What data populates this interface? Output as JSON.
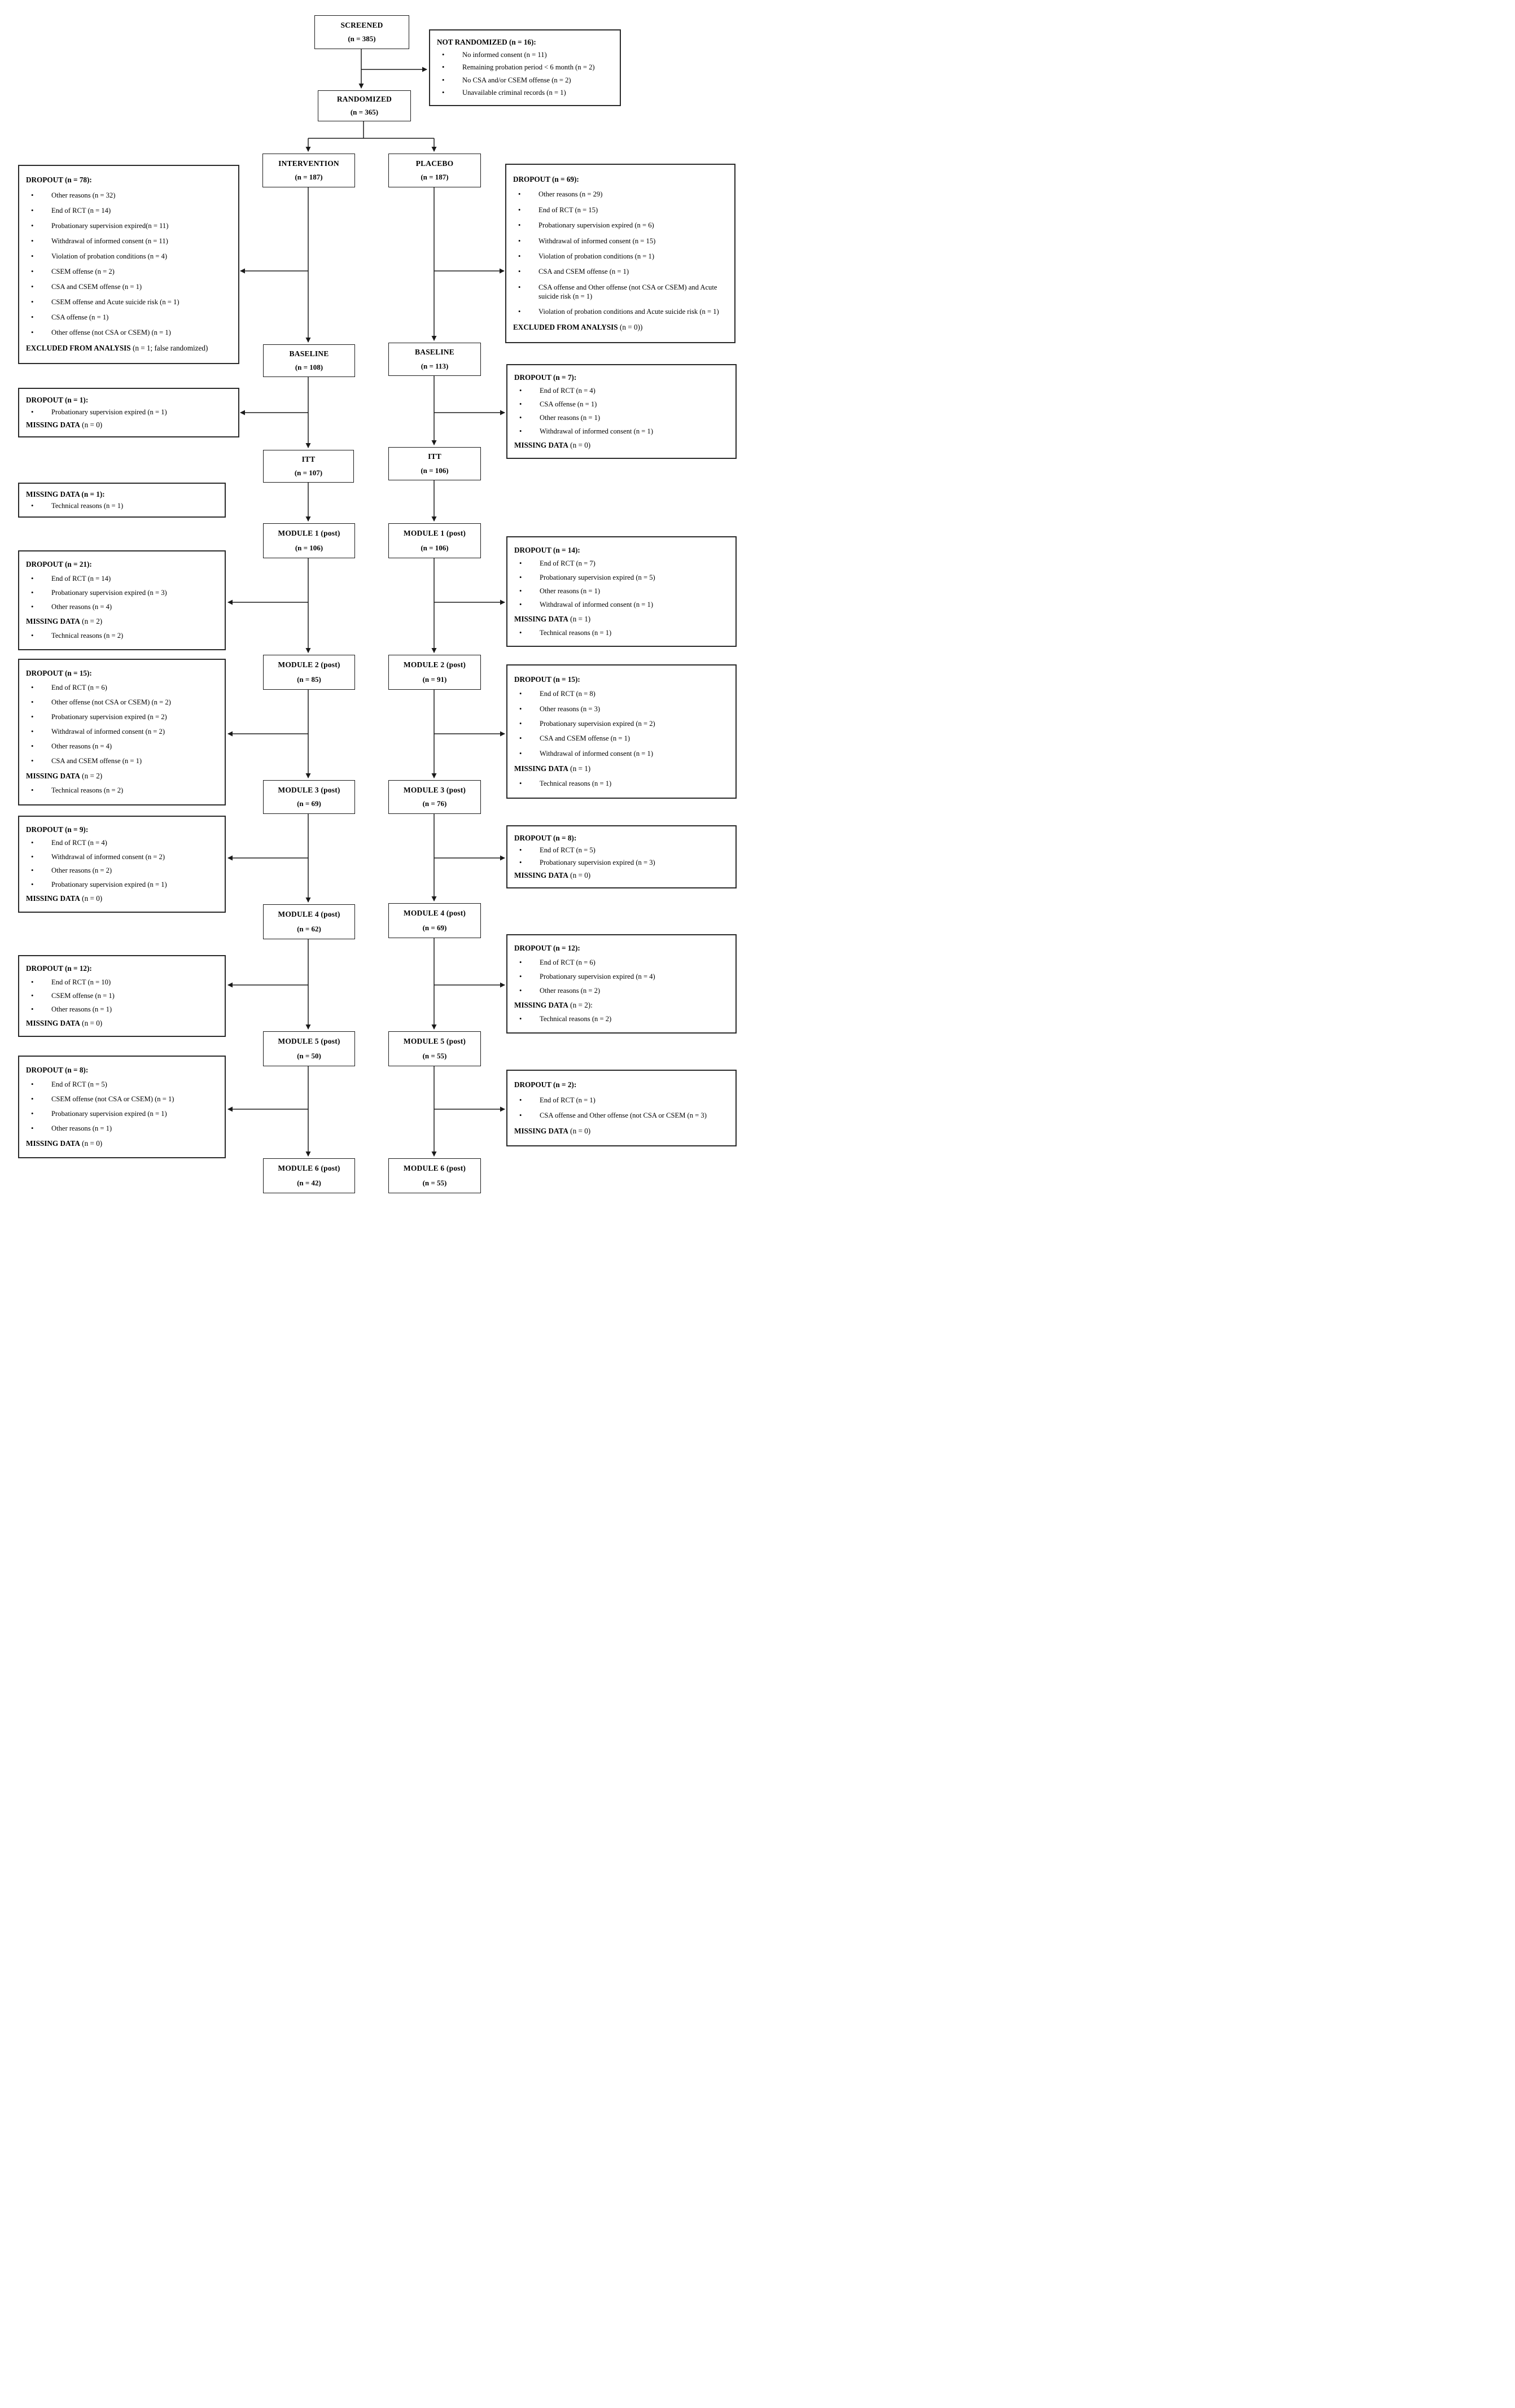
{
  "colors": {
    "line": "#1a1a1a",
    "box_border": "#2a2a2a",
    "background": "#ffffff"
  },
  "nodes": {
    "screened": {
      "title": "SCREENED",
      "count": "(n = 385)"
    },
    "randomized": {
      "title": "RANDOMIZED",
      "count": "(n = 365)"
    },
    "intervention": {
      "title": "INTERVENTION",
      "count": "(n = 187)"
    },
    "placebo": {
      "title": "PLACEBO",
      "count": "(n = 187)"
    },
    "baseline_i": {
      "title": "BASELINE",
      "count": "(n = 108)"
    },
    "baseline_p": {
      "title": "BASELINE",
      "count": "(n = 113)"
    },
    "itt_i": {
      "title": "ITT",
      "count": "(n = 107)"
    },
    "itt_p": {
      "title": "ITT",
      "count": "(n = 106)"
    },
    "module1_i": {
      "title": "MODULE 1 (post)",
      "count": "(n = 106)"
    },
    "module1_p": {
      "title": "MODULE 1 (post)",
      "count": "(n = 106)"
    },
    "module2_i": {
      "title": "MODULE 2 (post)",
      "count": "(n = 85)"
    },
    "module2_p": {
      "title": "MODULE 2 (post)",
      "count": "(n = 91)"
    },
    "module3_i": {
      "title": "MODULE 3 (post)",
      "count": "(n = 69)"
    },
    "module3_p": {
      "title": "MODULE 3 (post)",
      "count": "(n = 76)"
    },
    "module4_i": {
      "title": "MODULE 4 (post)",
      "count": "(n = 62)"
    },
    "module4_p": {
      "title": "MODULE 4 (post)",
      "count": "(n = 69)"
    },
    "module5_i": {
      "title": "MODULE 5 (post)",
      "count": "(n = 50)"
    },
    "module5_p": {
      "title": "MODULE 5 (post)",
      "count": "(n = 55)"
    },
    "module6_i": {
      "title": "MODULE 6 (post)",
      "count": "(n = 42)"
    },
    "module6_p": {
      "title": "MODULE 6 (post)",
      "count": "(n = 55)"
    }
  },
  "side_boxes": {
    "not_randomized": {
      "sections": [
        {
          "type": "header",
          "text": "NOT RANDOMIZED (n = 16):"
        },
        {
          "type": "bullet",
          "text": "No informed consent (n = 11)"
        },
        {
          "type": "bullet",
          "text": "Remaining probation period < 6 month (n = 2)"
        },
        {
          "type": "bullet",
          "text": "No CSA and/or CSEM offense (n = 2)"
        },
        {
          "type": "bullet",
          "text": "Unavailable criminal records (n = 1)"
        }
      ]
    },
    "dropout_i_78": {
      "sections": [
        {
          "type": "header",
          "text": "DROPOUT (n = 78):"
        },
        {
          "type": "bullet",
          "text": "Other reasons (n = 32)"
        },
        {
          "type": "bullet",
          "text": "End of RCT (n = 14)"
        },
        {
          "type": "bullet",
          "text": "Probationary supervision expired(n = 11)"
        },
        {
          "type": "bullet",
          "text": "Withdrawal of informed consent (n = 11)"
        },
        {
          "type": "bullet",
          "text": "Violation of probation conditions (n = 4)"
        },
        {
          "type": "bullet",
          "text": "CSEM offense (n = 2)"
        },
        {
          "type": "bullet",
          "text": "CSA and CSEM offense (n = 1)"
        },
        {
          "type": "bullet",
          "text": "CSEM offense and Acute suicide risk (n = 1)"
        },
        {
          "type": "bullet",
          "text": "CSA offense (n = 1)"
        },
        {
          "type": "bullet",
          "text": "Other offense (not CSA or CSEM) (n = 1)"
        },
        {
          "type": "sub",
          "bold": "EXCLUDED FROM ANALYSIS",
          "rest": " (n = 1; false randomized)"
        }
      ]
    },
    "dropout_p_69": {
      "sections": [
        {
          "type": "header",
          "text": "DROPOUT (n = 69):"
        },
        {
          "type": "bullet",
          "text": "Other reasons (n = 29)"
        },
        {
          "type": "bullet",
          "text": "End of RCT (n = 15)"
        },
        {
          "type": "bullet",
          "text": "Probationary supervision expired (n = 6)"
        },
        {
          "type": "bullet",
          "text": "Withdrawal of informed consent (n = 15)"
        },
        {
          "type": "bullet",
          "text": "Violation of probation conditions (n = 1)"
        },
        {
          "type": "bullet",
          "text": "CSA and CSEM offense (n = 1)"
        },
        {
          "type": "bullet",
          "text": "CSA offense and Other offense (not CSA or CSEM) and Acute suicide risk (n = 1)"
        },
        {
          "type": "bullet",
          "text": "Violation of probation conditions and Acute suicide risk (n = 1)"
        },
        {
          "type": "sub",
          "bold": "EXCLUDED FROM ANALYSIS",
          "rest": " (n = 0))"
        }
      ]
    },
    "dropout_i_1": {
      "sections": [
        {
          "type": "header",
          "text": "DROPOUT (n = 1):"
        },
        {
          "type": "bullet",
          "text": "Probationary supervision expired (n = 1)"
        },
        {
          "type": "sub",
          "bold": "MISSING DATA",
          "rest": " (n = 0)"
        }
      ]
    },
    "dropout_p_7": {
      "sections": [
        {
          "type": "header",
          "text": "DROPOUT (n = 7):"
        },
        {
          "type": "bullet",
          "text": "End of RCT (n = 4)"
        },
        {
          "type": "bullet",
          "text": "CSA offense (n = 1)"
        },
        {
          "type": "bullet",
          "text": "Other reasons (n = 1)"
        },
        {
          "type": "bullet",
          "text": "Withdrawal of informed consent (n = 1)"
        },
        {
          "type": "sub",
          "bold": "MISSING DATA",
          "rest": " (n = 0)"
        }
      ]
    },
    "missing_i_1": {
      "sections": [
        {
          "type": "header",
          "text": "MISSING DATA  (n = 1):"
        },
        {
          "type": "bullet",
          "text": "Technical reasons (n = 1)"
        }
      ]
    },
    "dropout_i_21": {
      "sections": [
        {
          "type": "header",
          "text": "DROPOUT (n = 21):"
        },
        {
          "type": "bullet",
          "text": "End of RCT (n = 14)"
        },
        {
          "type": "bullet",
          "text": "Probationary supervision expired (n = 3)"
        },
        {
          "type": "bullet",
          "text": "Other reasons (n = 4)"
        },
        {
          "type": "sub",
          "bold": "MISSING DATA",
          "rest": " (n = 2)"
        },
        {
          "type": "bullet",
          "text": "Technical reasons (n = 2)"
        }
      ]
    },
    "dropout_p_14": {
      "sections": [
        {
          "type": "header",
          "text": "DROPOUT (n = 14):"
        },
        {
          "type": "bullet",
          "text": "End of RCT (n = 7)"
        },
        {
          "type": "bullet",
          "text": "Probationary supervision expired (n = 5)"
        },
        {
          "type": "bullet",
          "text": "Other reasons (n = 1)"
        },
        {
          "type": "bullet",
          "text": "Withdrawal of informed consent (n = 1)"
        },
        {
          "type": "sub",
          "bold": "MISSING DATA",
          "rest": " (n = 1)"
        },
        {
          "type": "bullet",
          "text": "Technical reasons (n = 1)"
        }
      ]
    },
    "dropout_i_15": {
      "sections": [
        {
          "type": "header",
          "text": "DROPOUT (n = 15):"
        },
        {
          "type": "bullet",
          "text": "End of RCT (n = 6)"
        },
        {
          "type": "bullet",
          "text": "Other offense (not CSA or CSEM) (n = 2)"
        },
        {
          "type": "bullet",
          "text": "Probationary supervision expired (n = 2)"
        },
        {
          "type": "bullet",
          "text": "Withdrawal of informed consent (n = 2)"
        },
        {
          "type": "bullet",
          "text": "Other reasons (n = 4)"
        },
        {
          "type": "bullet",
          "text": "CSA and CSEM offense (n = 1)"
        },
        {
          "type": "sub",
          "bold": "MISSING DATA",
          "rest": " (n = 2)"
        },
        {
          "type": "bullet",
          "text": "Technical reasons (n = 2)"
        }
      ]
    },
    "dropout_p_15": {
      "sections": [
        {
          "type": "header",
          "text": "DROPOUT (n = 15):"
        },
        {
          "type": "bullet",
          "text": "End of RCT (n = 8)"
        },
        {
          "type": "bullet",
          "text": "Other reasons (n = 3)"
        },
        {
          "type": "bullet",
          "text": "Probationary supervision expired (n = 2)"
        },
        {
          "type": "bullet",
          "text": "CSA and CSEM offense (n = 1)"
        },
        {
          "type": "bullet",
          "text": "Withdrawal of informed consent (n = 1)"
        },
        {
          "type": "sub",
          "bold": "MISSING DATA",
          "rest": " (n = 1)"
        },
        {
          "type": "bullet",
          "text": "Technical reasons (n = 1)"
        }
      ]
    },
    "dropout_i_9": {
      "sections": [
        {
          "type": "header",
          "text": "DROPOUT (n = 9):"
        },
        {
          "type": "bullet",
          "text": "End of RCT (n = 4)"
        },
        {
          "type": "bullet",
          "text": "Withdrawal of informed consent (n = 2)"
        },
        {
          "type": "bullet",
          "text": "Other reasons (n = 2)"
        },
        {
          "type": "bullet",
          "text": "Probationary supervision expired (n = 1)"
        },
        {
          "type": "sub",
          "bold": "MISSING DATA",
          "rest": " (n = 0)"
        }
      ]
    },
    "dropout_p_8": {
      "sections": [
        {
          "type": "header",
          "text": "DROPOUT (n = 8):"
        },
        {
          "type": "bullet",
          "text": "End of RCT (n = 5)"
        },
        {
          "type": "bullet",
          "text": "Probationary supervision expired (n = 3)"
        },
        {
          "type": "sub",
          "bold": "MISSING DATA",
          "rest": " (n = 0)"
        }
      ]
    },
    "dropout_i_12": {
      "sections": [
        {
          "type": "header",
          "text": "DROPOUT (n = 12):"
        },
        {
          "type": "bullet",
          "text": "End of RCT (n = 10)"
        },
        {
          "type": "bullet",
          "text": "CSEM offense (n = 1)"
        },
        {
          "type": "bullet",
          "text": "Other reasons (n = 1)"
        },
        {
          "type": "sub",
          "bold": "MISSING DATA",
          "rest": " (n = 0)"
        }
      ]
    },
    "dropout_p_12": {
      "sections": [
        {
          "type": "header",
          "text": "DROPOUT (n = 12):"
        },
        {
          "type": "bullet",
          "text": "End of RCT (n = 6)"
        },
        {
          "type": "bullet",
          "text": "Probationary supervision expired (n = 4)"
        },
        {
          "type": "bullet",
          "text": "Other reasons (n = 2)"
        },
        {
          "type": "sub",
          "bold": "MISSING DATA",
          "rest": " (n = 2):"
        },
        {
          "type": "bullet",
          "text": "Technical reasons (n = 2)"
        }
      ]
    },
    "dropout_i_8b": {
      "sections": [
        {
          "type": "header",
          "text": "DROPOUT (n = 8):"
        },
        {
          "type": "bullet",
          "text": "End of RCT (n = 5)"
        },
        {
          "type": "bullet",
          "text": "CSEM offense (not CSA or CSEM) (n = 1)"
        },
        {
          "type": "bullet",
          "text": "Probationary supervision expired (n = 1)"
        },
        {
          "type": "bullet",
          "text": "Other reasons (n = 1)"
        },
        {
          "type": "sub",
          "bold": "MISSING DATA",
          "rest": " (n = 0)"
        }
      ]
    },
    "dropout_p_2": {
      "sections": [
        {
          "type": "header",
          "text": "DROPOUT (n = 2):"
        },
        {
          "type": "bullet",
          "text": "End of RCT (n = 1)"
        },
        {
          "type": "bullet",
          "text": "CSA offense and Other offense (not CSA or CSEM (n = 3)"
        },
        {
          "type": "sub",
          "bold": "MISSING DATA",
          "rest": " (n = 0)"
        }
      ]
    }
  }
}
